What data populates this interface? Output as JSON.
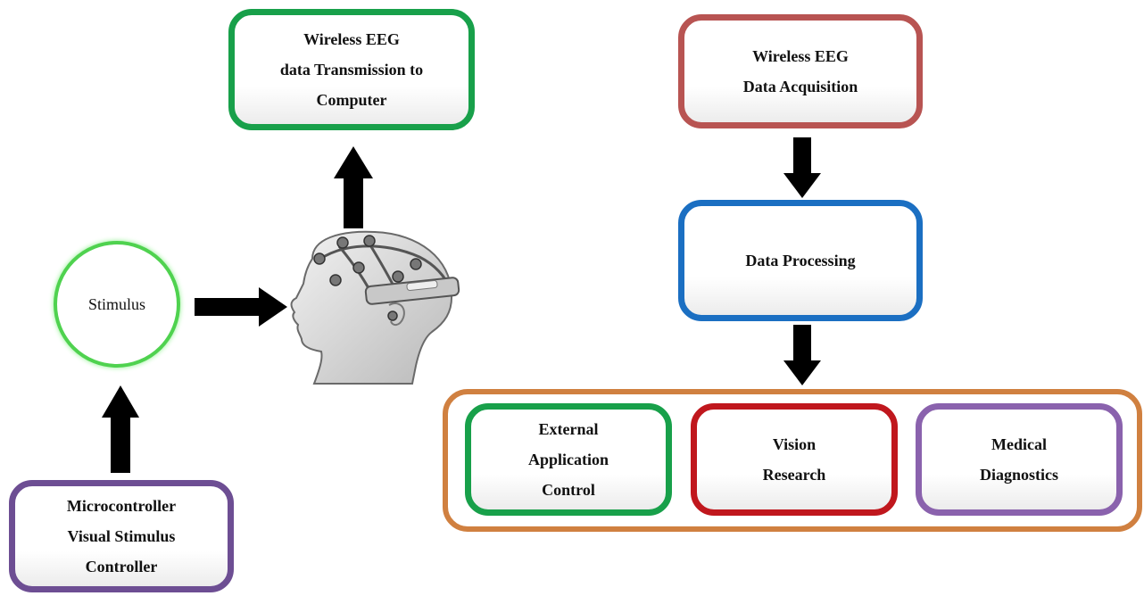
{
  "stimulus": {
    "label": "Stimulus"
  },
  "microcontroller": {
    "lines": [
      "Microcontroller",
      "Visual Stimulus",
      "Controller"
    ],
    "color": "#6d4e93"
  },
  "transmission": {
    "lines": [
      "Wireless EEG",
      "data Transmission to",
      "Computer"
    ],
    "color": "#18a04a"
  },
  "acquisition": {
    "lines": [
      "Wireless EEG",
      "Data Acquisition"
    ],
    "color": "#b85452"
  },
  "processing": {
    "lines": [
      "Data Processing"
    ],
    "color": "#1b6fc2"
  },
  "applications": {
    "color": "#d08040",
    "items": [
      {
        "lines": [
          "External",
          "Application",
          "Control"
        ],
        "color": "#18a04a"
      },
      {
        "lines": [
          "Vision",
          "Research"
        ],
        "color": "#c0171d"
      },
      {
        "lines": [
          "Medical",
          "Diagnostics"
        ],
        "color": "#8a62ad"
      }
    ]
  },
  "icons": {
    "head": "eeg-headset-head-icon"
  }
}
